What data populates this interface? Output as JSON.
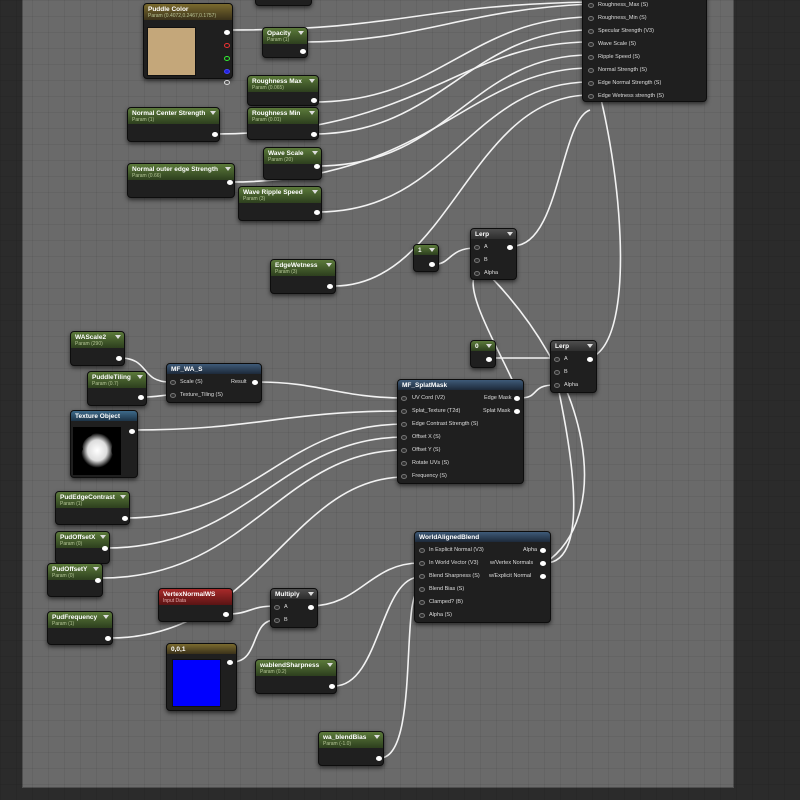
{
  "nodes": {
    "puddle_color": {
      "title": "Puddle Color",
      "sub": "Param (0.4072,0.2467,0.1757)",
      "color": "#c4a77a"
    },
    "opacity": {
      "title": "Opacity",
      "sub": "Param (1)"
    },
    "roughness_max": {
      "title": "Roughness Max",
      "sub": "Param (0.065)"
    },
    "roughness_min": {
      "title": "Roughness Min",
      "sub": "Param (0.01)"
    },
    "normal_center": {
      "title": "Normal Center Strength",
      "sub": "Param (1)"
    },
    "wave_scale": {
      "title": "Wave Scale",
      "sub": "Param (20)"
    },
    "normal_outer": {
      "title": "Normal outer edge Strength",
      "sub": "Param (0.66)"
    },
    "wave_ripple": {
      "title": "Wave Ripple Speed",
      "sub": "Param (3)"
    },
    "edge_wetness": {
      "title": "EdgeWetness",
      "sub": "Param (3)"
    },
    "const_1": {
      "title": "1"
    },
    "lerp1": {
      "title": "Lerp",
      "pins": [
        "A",
        "B",
        "Alpha"
      ]
    },
    "const_0": {
      "title": "0"
    },
    "lerp2": {
      "title": "Lerp",
      "pins": [
        "A",
        "B",
        "Alpha"
      ]
    },
    "wascale2": {
      "title": "WAScale2",
      "sub": "Param (290)"
    },
    "puddle_tiling": {
      "title": "PuddleTiling",
      "sub": "Param (0.7)"
    },
    "mf_wa_s": {
      "title": "MF_WA_S",
      "inputs": [
        "Scale (S)",
        "Texture_Tiling (S)"
      ],
      "output": "Result"
    },
    "texture_object": {
      "title": "Texture Object"
    },
    "mf_splatmask": {
      "title": "MF_SplatMask",
      "inputs": [
        "UV Cord (V2)",
        "Splat_Texture (T2d)",
        "Edge Contrast Strength (S)",
        "Offset X (S)",
        "Offset Y (S)",
        "Rotate UVs (S)",
        "Frequency (S)"
      ],
      "outputs": [
        "Edge Mask",
        "Splat Mask"
      ]
    },
    "pud_edge_contrast": {
      "title": "PudEdgeContrast",
      "sub": "Param (1)"
    },
    "pud_offset_x": {
      "title": "PudOffsetX",
      "sub": "Param (0)"
    },
    "pud_offset_y": {
      "title": "PudOffsetY",
      "sub": "Param (0)"
    },
    "pud_frequency": {
      "title": "PudFrequency",
      "sub": "Param (1)"
    },
    "vertex_normal": {
      "title": "VertexNormalWS",
      "sub": "Input Data"
    },
    "multiply": {
      "title": "Multiply",
      "pins": [
        "A",
        "B"
      ]
    },
    "world_aligned_blend": {
      "title": "WorldAlignedBlend",
      "inputs": [
        "In Explicit Normal (V3)",
        "In World Vector (V3)",
        "Blend Sharpness (S)",
        "Blend Bias (S)",
        "Clamped? (B)",
        "Alpha (S)"
      ],
      "outputs": [
        "Alpha",
        "w/Vertex Normals",
        "w/Explicit Normal"
      ]
    },
    "const_001": {
      "title": "0,0,1",
      "color": "#0000ff"
    },
    "wa_blend_sharpness": {
      "title": "wablendSharpness",
      "sub": "Param (0.2)"
    },
    "wa_blend_bias": {
      "title": "wa_blendBias",
      "sub": "Param (-1.0)"
    },
    "material_result": {
      "pins": [
        "Roughness_Max (S)",
        "Roughness_Min (S)",
        "Specular Strength (V3)",
        "Wave Scale (S)",
        "Ripple Speed (S)",
        "Normal Strength (S)",
        "Edge Normal Strength (S)",
        "Edge Wetness strength (S)"
      ]
    }
  },
  "colors": {
    "param": "#4d6b2e",
    "wire": "#ffffff",
    "canvas": "#6a6a6a"
  }
}
